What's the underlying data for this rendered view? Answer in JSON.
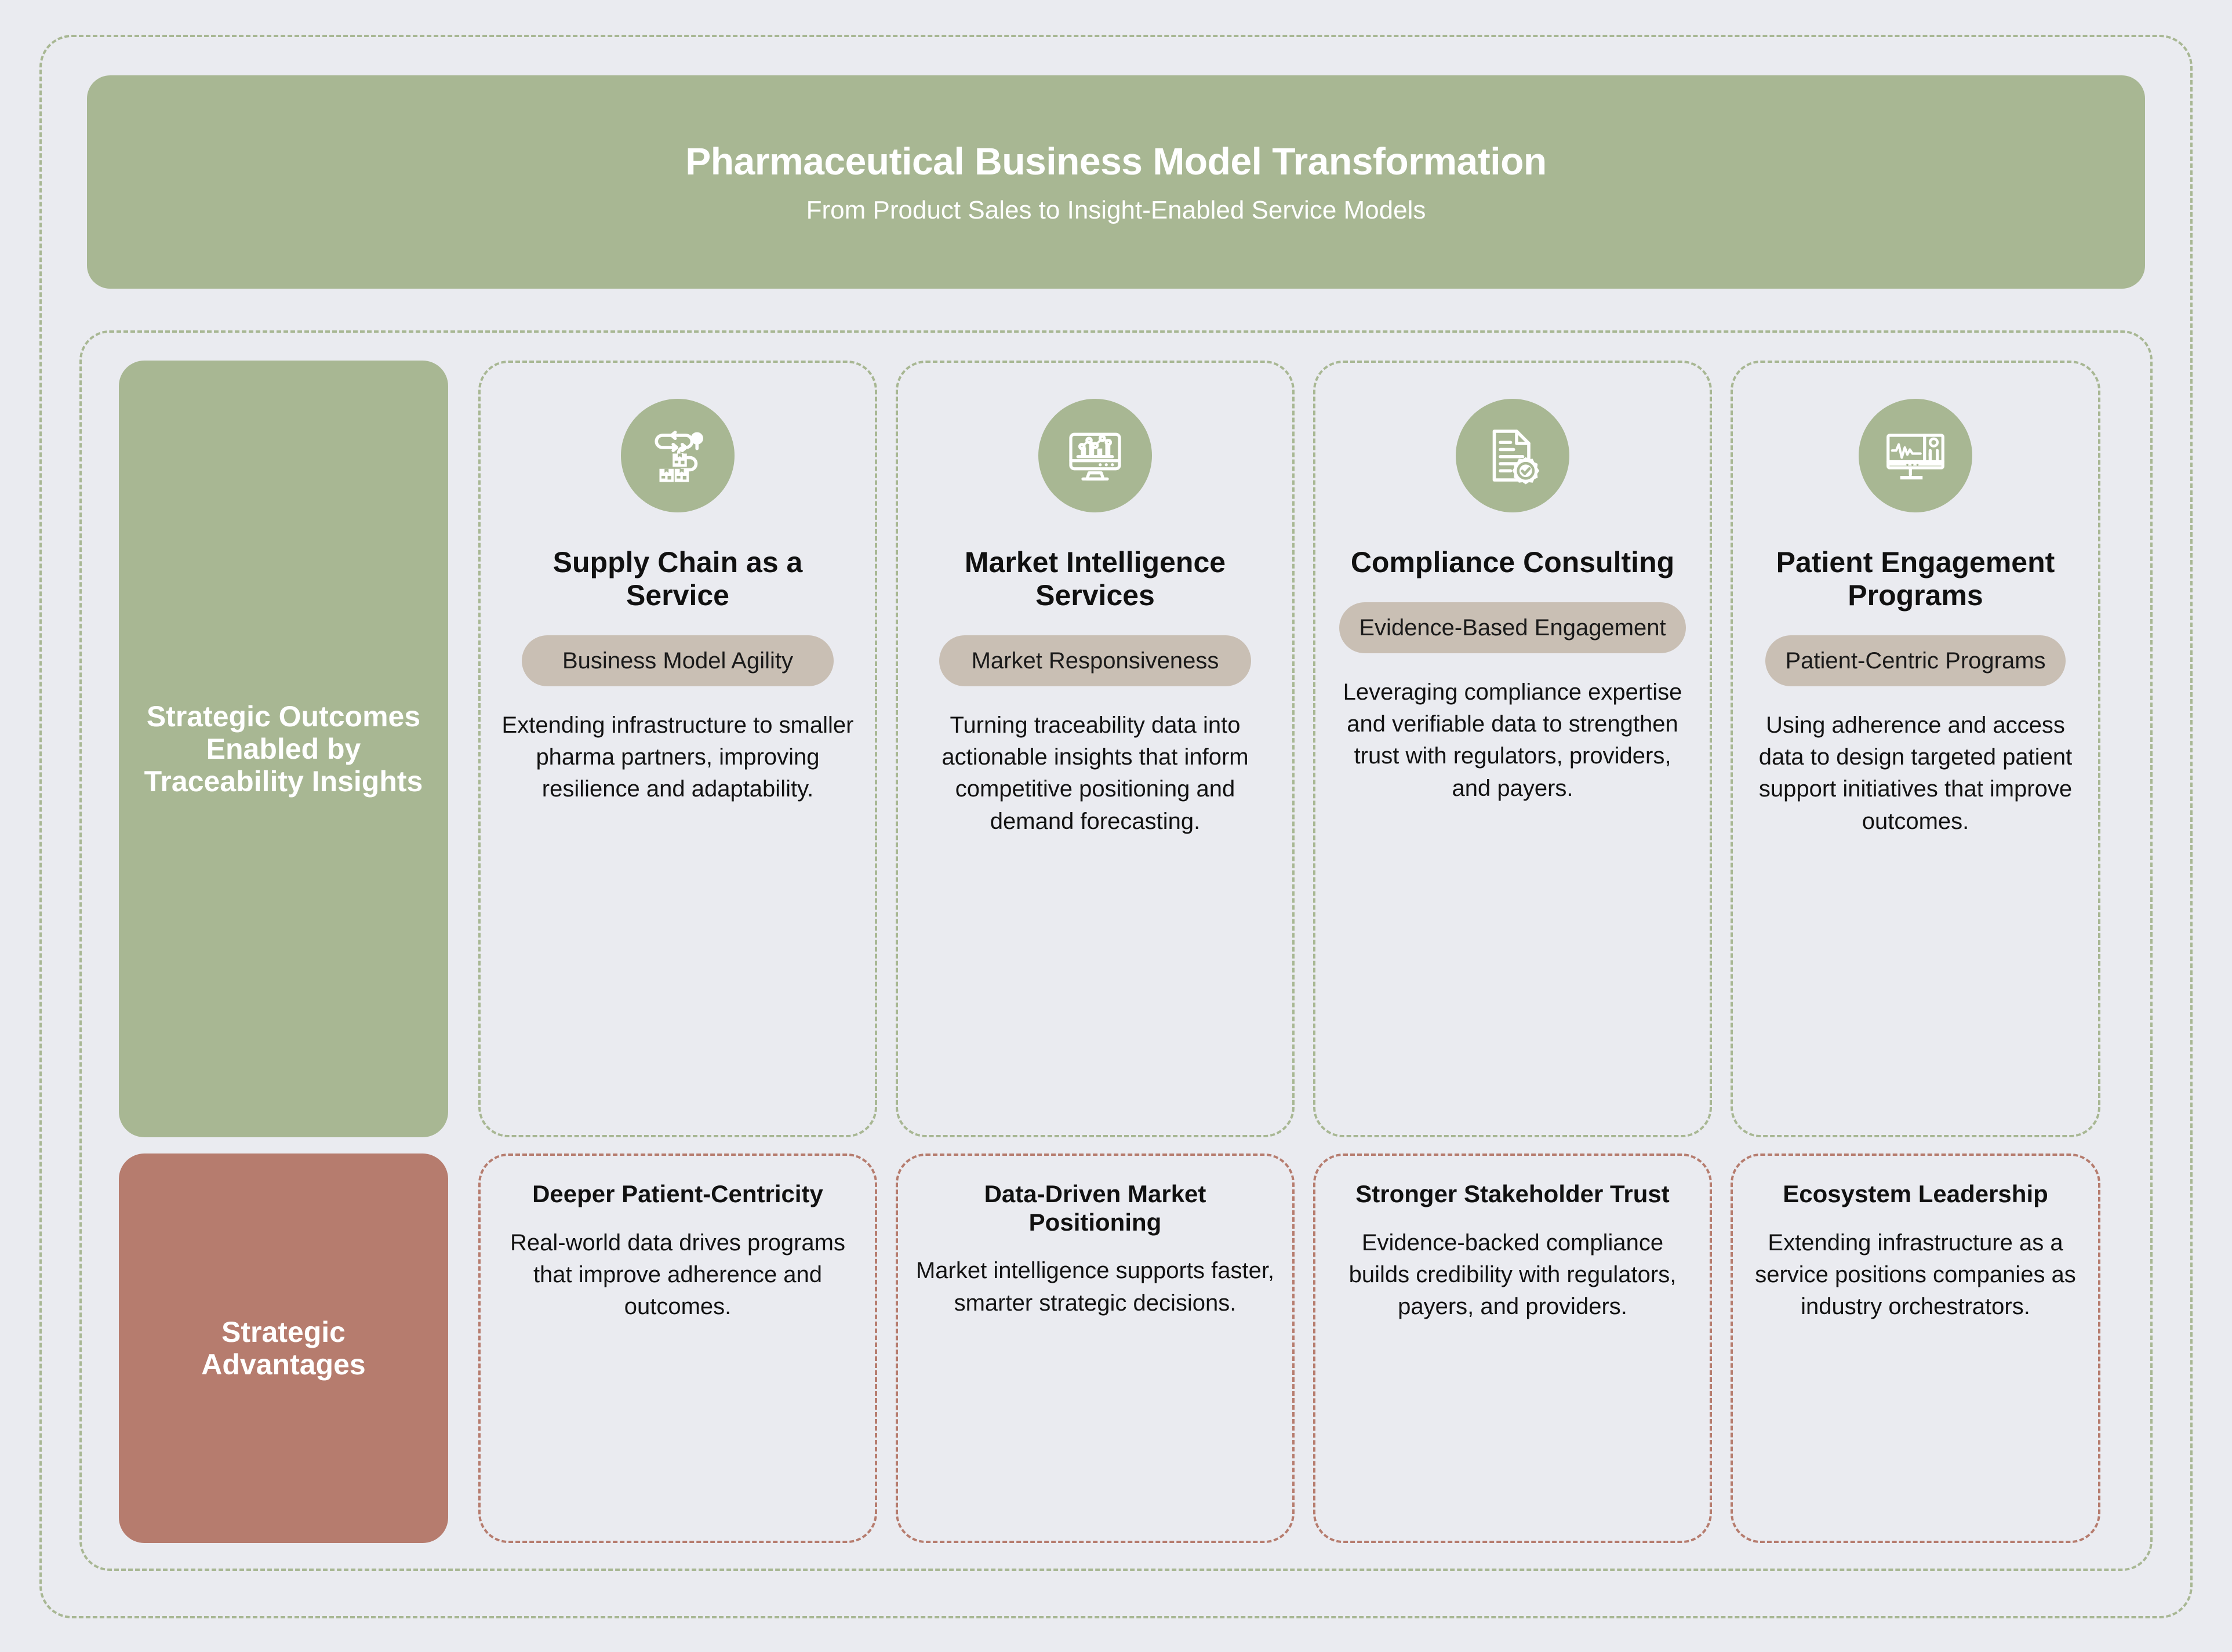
{
  "header": {
    "title": "Pharmaceutical Business Model Transformation",
    "subtitle": "From Product Sales to Insight-Enabled Service Models"
  },
  "colors": {
    "page_background": "#EAEBF0",
    "sage_green": "#A8B793",
    "terracotta": "#B67C6E",
    "badge_taupe": "#C9BFB4",
    "text_dark": "#111111",
    "text_light": "#FFFFFF"
  },
  "rows": {
    "services_label": "Strategic Outcomes Enabled by Traceability Insights",
    "advantages_label": "Strategic Advantages"
  },
  "services": [
    {
      "icon": "supply-chain-route-icon",
      "title": "Supply Chain as a Service",
      "badge": "Business Model Agility",
      "body": "Extending infrastructure to smaller pharma partners, improving resilience and adaptability."
    },
    {
      "icon": "market-analytics-monitor-icon",
      "title": "Market Intelligence Services",
      "badge": "Market Responsiveness",
      "body": "Turning traceability data into actionable insights that inform competitive positioning and demand forecasting."
    },
    {
      "icon": "verified-document-icon",
      "title": "Compliance Consulting",
      "badge": "Evidence-Based Engagement",
      "body": "Leveraging compliance expertise and verifiable data to strengthen trust with regulators, providers, and payers."
    },
    {
      "icon": "patient-vitals-monitor-icon",
      "title": "Patient Engagement Programs",
      "badge": "Patient-Centric Programs",
      "body": "Using adherence and access data to design targeted patient support initiatives that improve outcomes."
    }
  ],
  "advantages": [
    {
      "title": "Deeper Patient-Centricity",
      "body": "Real-world data drives programs that improve adherence and outcomes."
    },
    {
      "title": "Data-Driven Market Positioning",
      "body": "Market intelligence supports faster, smarter strategic decisions."
    },
    {
      "title": "Stronger Stakeholder Trust",
      "body": "Evidence-backed compliance builds credibility with regulators, payers, and providers."
    },
    {
      "title": "Ecosystem Leadership",
      "body": "Extending infrastructure as a service positions companies as industry orchestrators."
    }
  ]
}
